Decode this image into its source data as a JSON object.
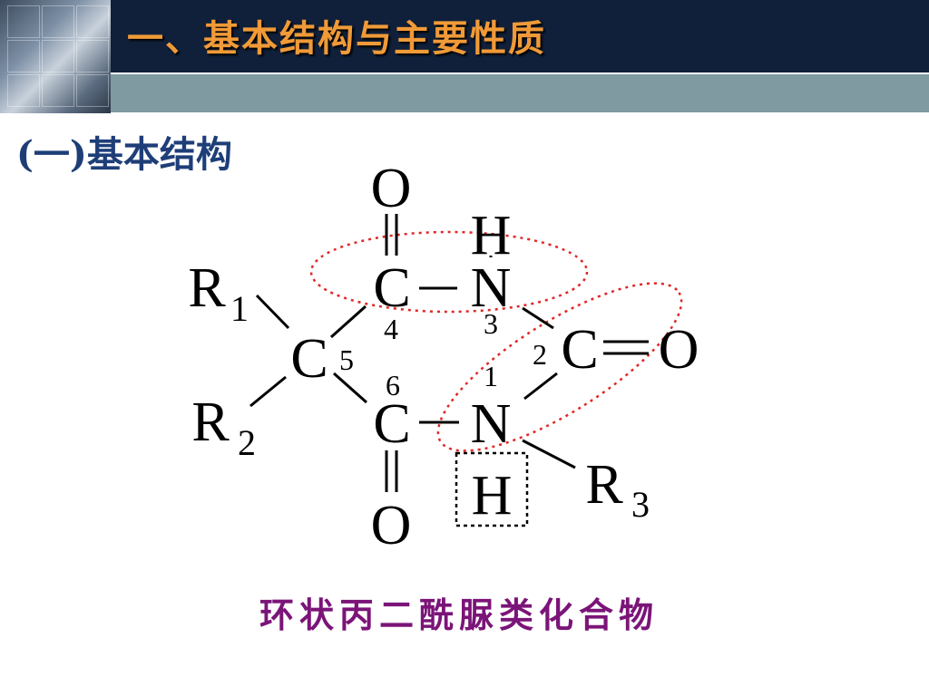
{
  "slide": {
    "title": "一、基本结构与主要性质",
    "section": "(一)基本结构",
    "caption": "环状丙二酰脲类化合物"
  },
  "structure": {
    "atoms": {
      "o_top": "O",
      "h_top": "H",
      "c4": "C",
      "n3": "N",
      "r1": "R",
      "r1_sub": "1",
      "c5": "C",
      "c2": "C",
      "o_right": "O",
      "r2": "R",
      "r2_sub": "2",
      "c6": "C",
      "n1": "N",
      "h_bottom": "H",
      "r3": "R",
      "r3_sub": "3",
      "o_bottom": "O"
    },
    "position_numbers": {
      "n1": "1",
      "n2": "2",
      "n3": "3",
      "n4": "4",
      "n5": "5",
      "n6": "6"
    }
  },
  "colors": {
    "title_bg": "#10203a",
    "title_text": "#f09a38",
    "accent_bar": "#7f9aa0",
    "section_text": "#1e3e78",
    "caption_text": "#7b1478",
    "highlight_ellipse": "#e02828"
  }
}
